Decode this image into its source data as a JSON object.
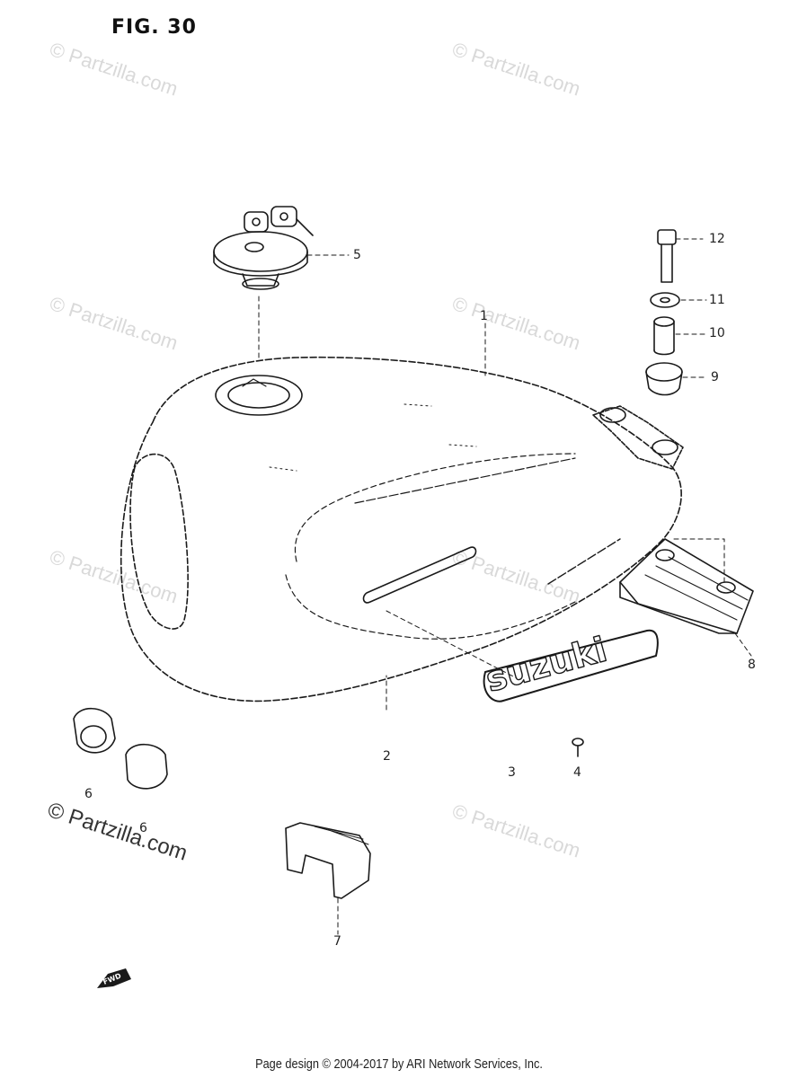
{
  "figure": {
    "title": "FIG. 30"
  },
  "callouts": [
    {
      "id": "1",
      "label": "1"
    },
    {
      "id": "2",
      "label": "2"
    },
    {
      "id": "3",
      "label": "3"
    },
    {
      "id": "4",
      "label": "4"
    },
    {
      "id": "5",
      "label": "5"
    },
    {
      "id": "6a",
      "label": "6"
    },
    {
      "id": "6b",
      "label": "6"
    },
    {
      "id": "7",
      "label": "7"
    },
    {
      "id": "8",
      "label": "8"
    },
    {
      "id": "9",
      "label": "9"
    },
    {
      "id": "10",
      "label": "10"
    },
    {
      "id": "11",
      "label": "11"
    },
    {
      "id": "12",
      "label": "12"
    }
  ],
  "emblem": {
    "text": "suzuki"
  },
  "direction_marker": {
    "text": "FWD"
  },
  "watermark": {
    "text": "© Partzilla.com"
  },
  "footer": {
    "text": "Page design © 2004-2017 by ARI Network Services, Inc."
  }
}
